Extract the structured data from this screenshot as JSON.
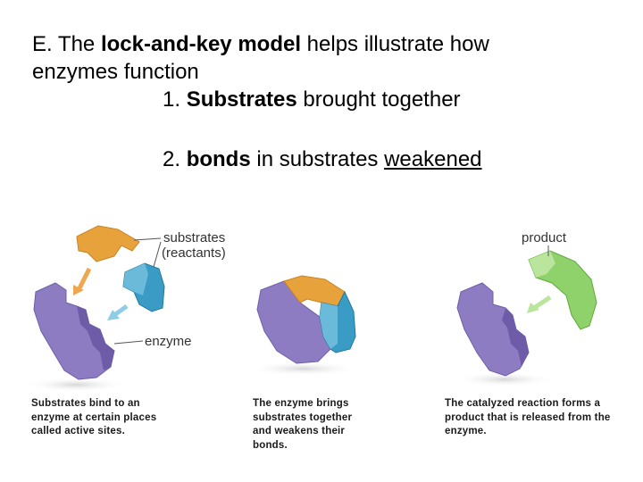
{
  "heading": {
    "prefix": "E. The ",
    "bold": "lock-and-key model",
    "suffix": " helps illustrate how",
    "line2": "enzymes function"
  },
  "points": [
    {
      "number": "1. ",
      "bold": "Substrates",
      "text": " brought together"
    },
    {
      "number": "2. ",
      "bold": "bonds",
      "text": " in substrates ",
      "underlined": "weakened"
    }
  ],
  "figure": {
    "labels": {
      "substrates": "substrates",
      "reactants": "(reactants)",
      "enzyme": "enzyme",
      "product": "product"
    },
    "captions": [
      "Substrates bind to an enzyme at certain places called active sites.",
      "The enzyme brings substrates together and weakens their bonds.",
      "The catalyzed reaction forms a product that is released from the enzyme."
    ],
    "colors": {
      "enzyme": "#8e7cc3",
      "substrate_orange": "#e8a23c",
      "substrate_blue": "#3a9cc4",
      "product_green": "#8fd16a"
    }
  }
}
